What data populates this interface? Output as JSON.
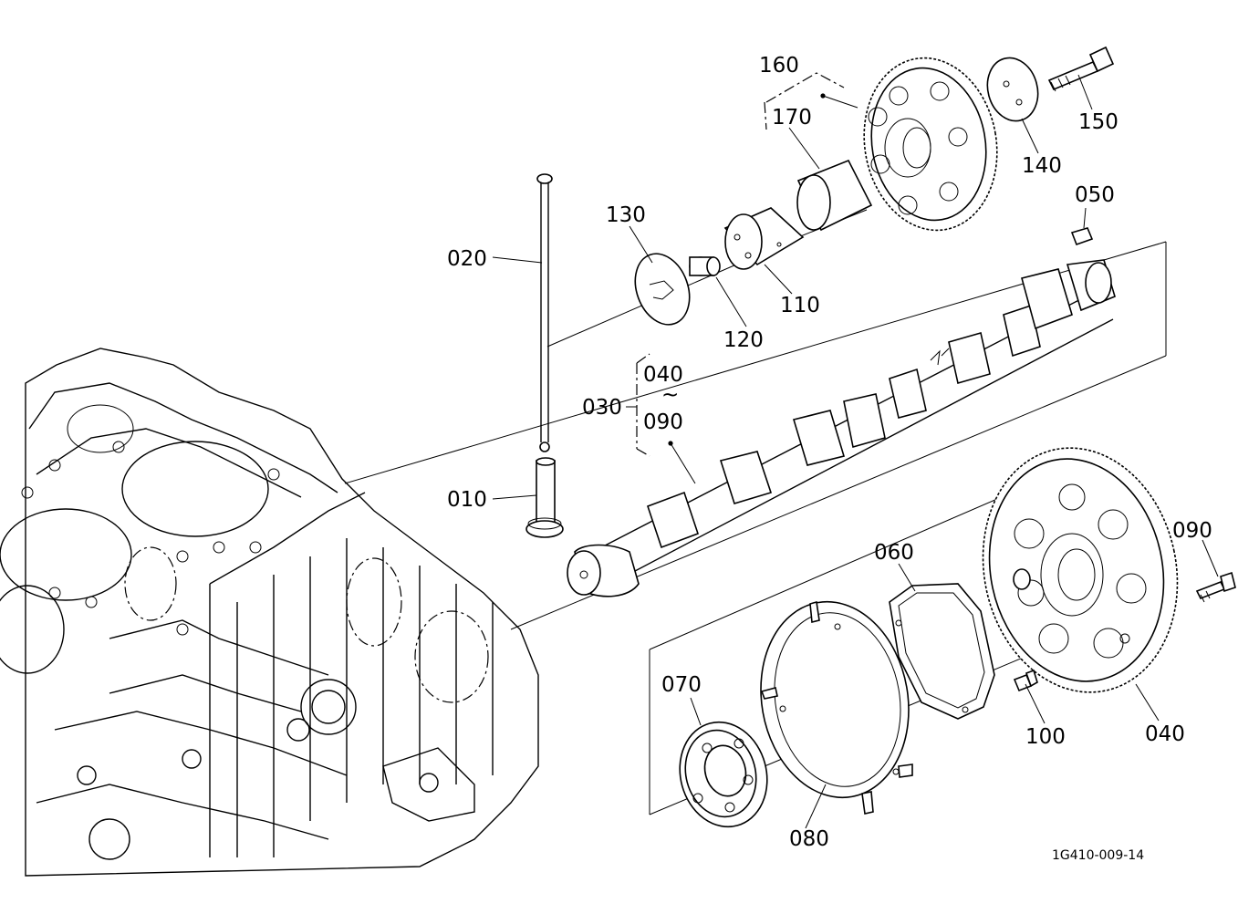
{
  "diagram_code": "1G410-009-14",
  "parts": {
    "p010": "010",
    "p020": "020",
    "p030": "030",
    "p040": "040",
    "p050": "050",
    "p060": "060",
    "p070": "070",
    "p080": "080",
    "p090": "090",
    "p100": "100",
    "p110": "110",
    "p120": "120",
    "p130": "130",
    "p140": "140",
    "p150": "150",
    "p160": "160",
    "p170": "170"
  },
  "range_040_090": {
    "from": "040",
    "sep": "~",
    "to": "090"
  }
}
